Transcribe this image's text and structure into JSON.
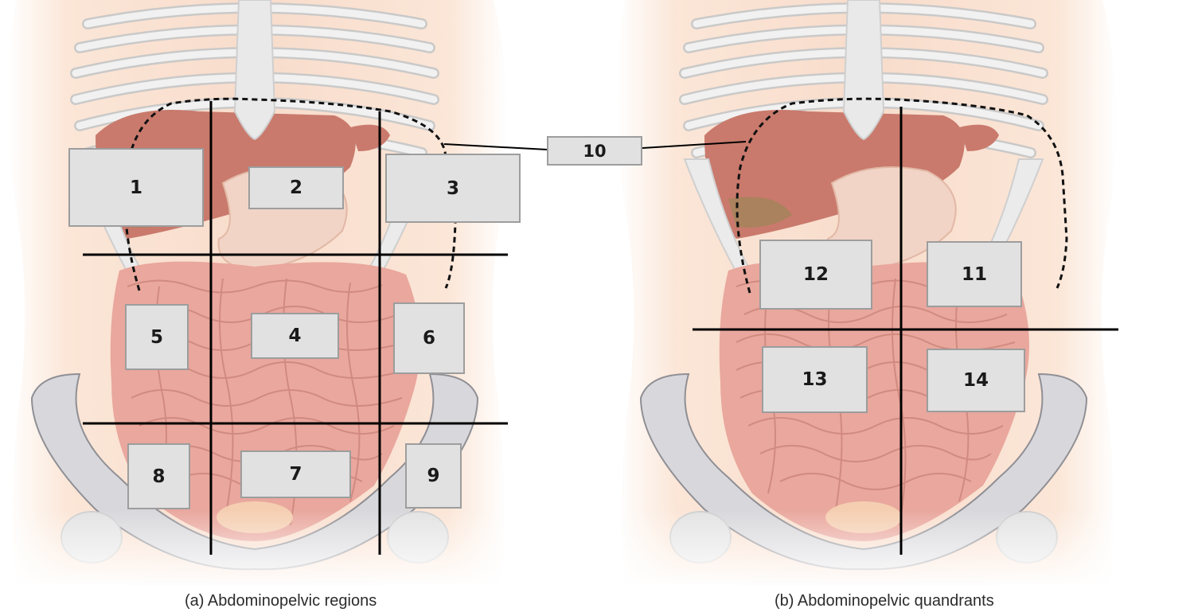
{
  "colors": {
    "skin": "#f9e2d2",
    "skin_edge": "#f0c9ae",
    "bone": "#ececec",
    "bone_edge": "#c9c9c9",
    "liver": "#c97a6c",
    "stomach": "#f1d4c6",
    "intestine": "#e9a79d",
    "intestine_edge": "#c97c72",
    "pelvis": "#d8d8dc",
    "divider_line": "#000000",
    "label_box": "#e1e1e1",
    "label_border": "#9d9d9d"
  },
  "regions_panel": {
    "caption": "(a) Abdominopelvic regions",
    "labels": [
      "1",
      "2",
      "3",
      "4",
      "5",
      "6",
      "7",
      "8",
      "9",
      "10"
    ]
  },
  "quadrants_panel": {
    "caption": "(b) Abdominopelvic quandrants",
    "labels": [
      "11",
      "12",
      "13",
      "14"
    ]
  }
}
